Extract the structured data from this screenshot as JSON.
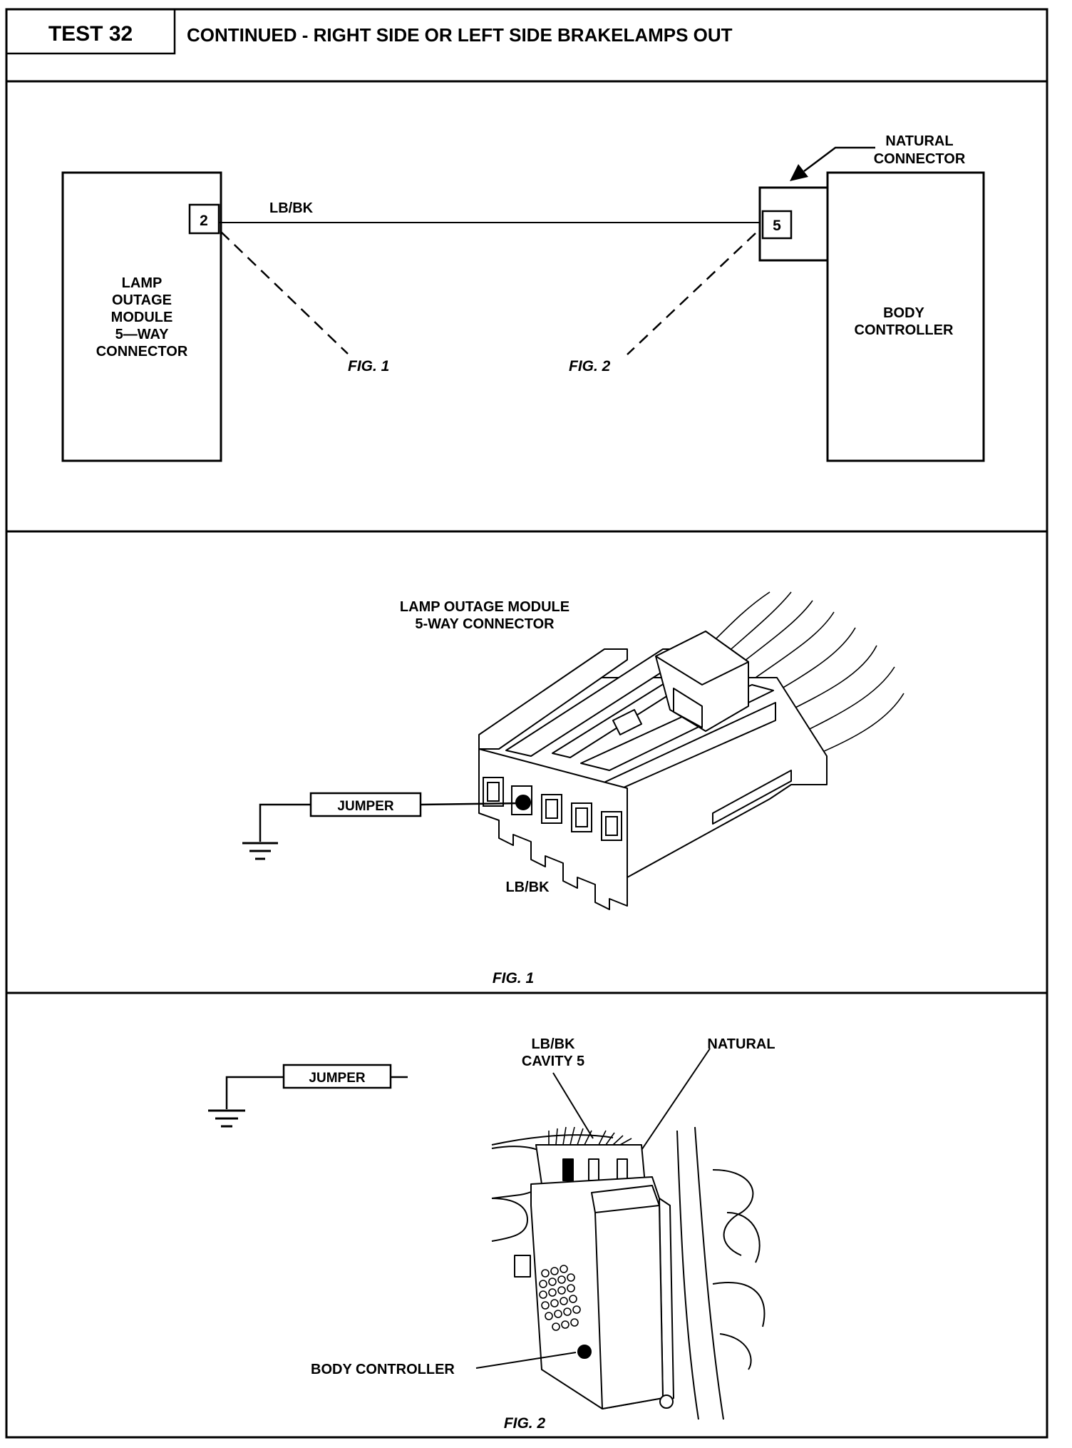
{
  "header": {
    "test_label": "TEST 32",
    "title": "CONTINUED - RIGHT SIDE OR LEFT SIDE BRAKELAMPS OUT"
  },
  "schematic": {
    "left_box": {
      "lines": [
        "LAMP",
        "OUTAGE",
        "MODULE",
        "5—WAY",
        "CONNECTOR"
      ],
      "pin": "2"
    },
    "wire_label": "LB/BK",
    "right_box": {
      "lines": [
        "BODY",
        "CONTROLLER"
      ],
      "pin": "5"
    },
    "connector_callout": [
      "NATURAL",
      "CONNECTOR"
    ],
    "fig1_ref": "FIG. 1",
    "fig2_ref": "FIG. 2"
  },
  "figure1": {
    "title_lines": [
      "LAMP OUTAGE MODULE",
      "5-WAY CONNECTOR"
    ],
    "jumper_label": "JUMPER",
    "wire_label": "LB/BK",
    "caption": "FIG. 1"
  },
  "figure2": {
    "jumper_label": "JUMPER",
    "cavity_label_lines": [
      "LB/BK",
      "CAVITY 5"
    ],
    "natural_label": "NATURAL",
    "body_controller_label": "BODY CONTROLLER",
    "caption": "FIG. 2"
  }
}
